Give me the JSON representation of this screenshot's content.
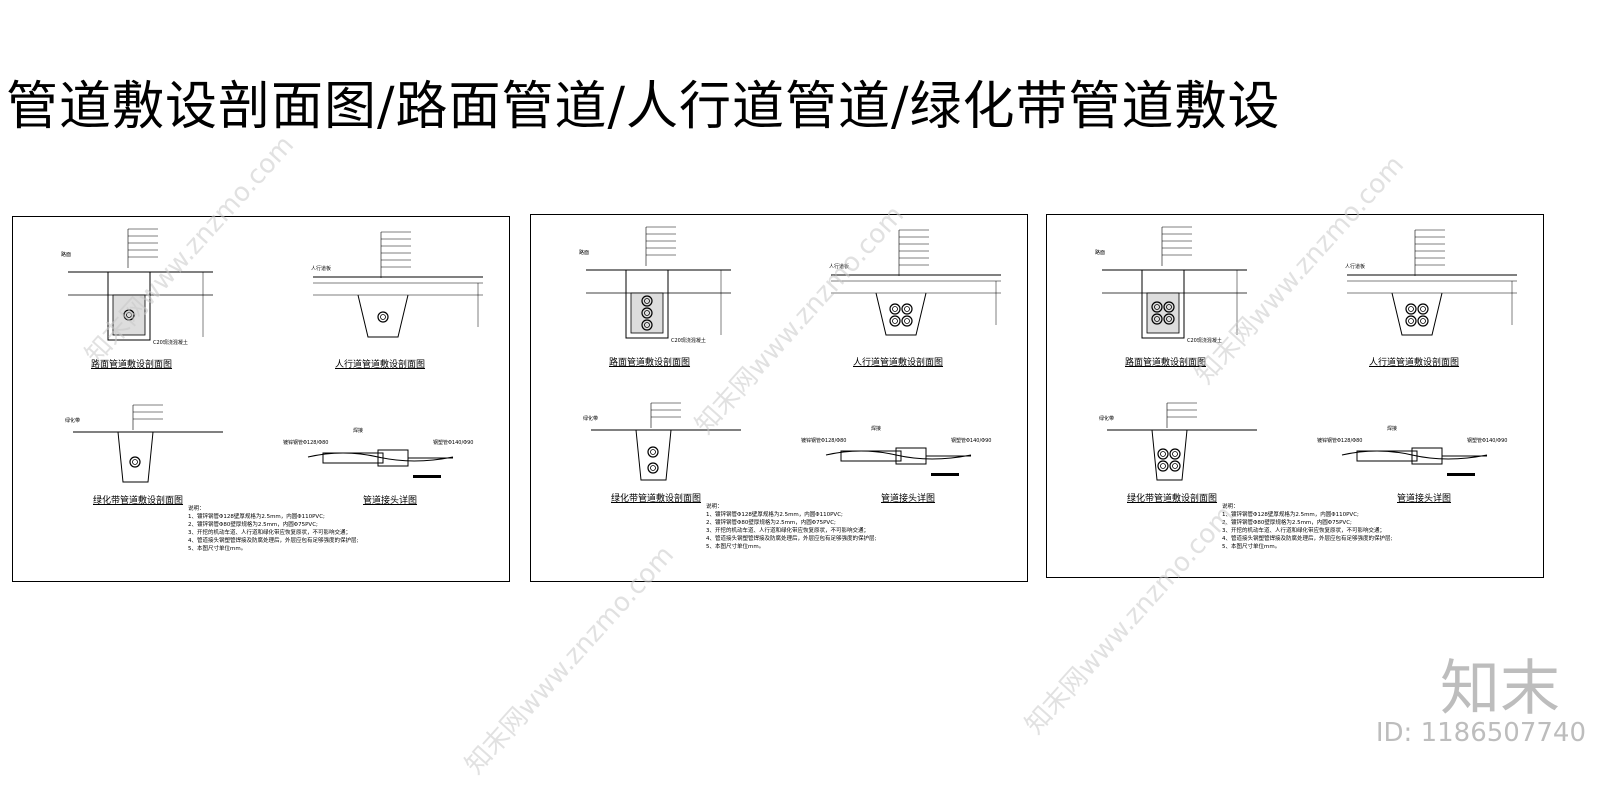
{
  "title": "管道敷设剖面图/路面管道/人行道管道/绿化带管道敷设",
  "sheets": [
    {
      "road_caption": "路面管道敷设剖面图",
      "sidewalk_caption": "人行道管道敷设剖面图",
      "green_caption": "绿化带管道敷设剖面图",
      "joint_caption": "管道接头详图",
      "road_label": "路面",
      "sidewalk_label": "人行道板",
      "green_label": "绿化带",
      "concrete_label": "C20现浇混凝土",
      "pipe_left": "镀锌钢管Φ128/Φ80",
      "pipe_right": "钢塑管Φ140/Φ90",
      "joint_label": "焊接",
      "notes_title": "说明：",
      "notes": [
        "1、镀锌钢管Φ128壁厚规格为2.5mm，内圆Φ110PVC;",
        "2、镀锌钢管Φ80壁厚规格为2.5mm，内圆Φ75PVC;",
        "3、开挖的机动车道、人行道和绿化带应恢复原状，不可影响交通；",
        "4、管道接头钢塑管焊接及防腐处理后，外层应包有足够强度的保护层;",
        "5、本图尺寸单位mm。"
      ]
    }
  ],
  "watermarks": [
    "知末网www.znzmo.com",
    "知末网www.znzmo.com",
    "知末网www.znzmo.com",
    "知末网www.znzmo.com"
  ],
  "logo": "知末",
  "image_id": "ID: 1186507740"
}
